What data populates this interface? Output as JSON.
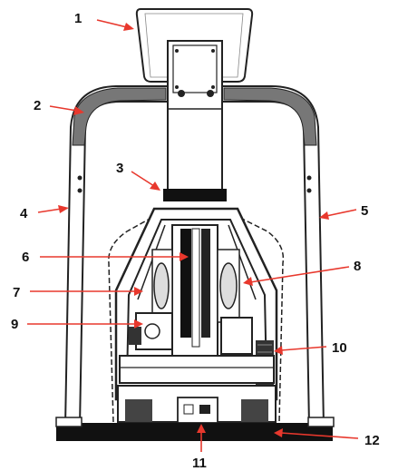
{
  "colors": {
    "arrow": "#e8382d",
    "ink": "#222222",
    "paper": "#ffffff"
  },
  "callouts": [
    {
      "label": "1"
    },
    {
      "label": "2"
    },
    {
      "label": "3"
    },
    {
      "label": "4"
    },
    {
      "label": "5"
    },
    {
      "label": "6"
    },
    {
      "label": "7"
    },
    {
      "label": "8"
    },
    {
      "label": "9"
    },
    {
      "label": "10"
    },
    {
      "label": "11"
    },
    {
      "label": "12"
    }
  ]
}
